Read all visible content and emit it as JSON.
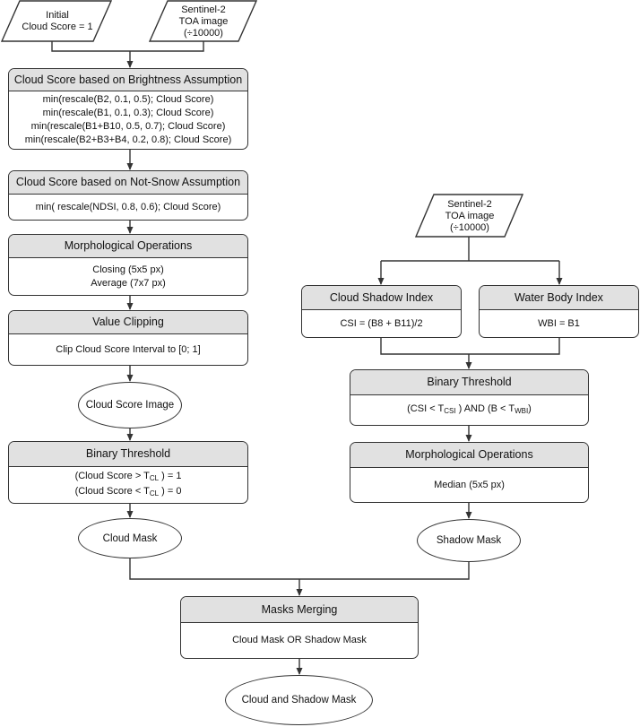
{
  "inputs": {
    "initial_cloud_score": [
      "Initial",
      "Cloud Score = 1"
    ],
    "sentinel_left": [
      "Sentinel-2",
      "TOA image",
      "(÷10000)"
    ],
    "sentinel_right": [
      "Sentinel-2",
      "TOA image",
      "(÷10000)"
    ]
  },
  "brightness": {
    "title": "Cloud Score based on Brightness Assumption",
    "lines": [
      "min(rescale(B2, 0.1, 0.5); Cloud Score)",
      "min(rescale(B1, 0.1, 0.3); Cloud Score)",
      "min(rescale(B1+B10, 0.5, 0.7); Cloud Score)",
      "min(rescale(B2+B3+B4, 0.2, 0.8); Cloud Score)"
    ]
  },
  "not_snow": {
    "title": "Cloud Score based on Not-Snow Assumption",
    "lines": [
      "min( rescale(NDSI, 0.8, 0.6); Cloud Score)"
    ]
  },
  "morph_left": {
    "title": "Morphological Operations",
    "lines": [
      "Closing  (5x5 px)",
      "Average (7x7 px)"
    ]
  },
  "value_clipping": {
    "title": "Value Clipping",
    "lines": [
      "Clip Cloud Score Interval to [0; 1]"
    ]
  },
  "cloud_score_image": "Cloud Score Image",
  "binary_left": {
    "title": "Binary Threshold",
    "line1_pre": "(Cloud Score > T",
    "line1_sub": "CL",
    "line1_post": " ) = 1",
    "line2_pre": "(Cloud Score < T",
    "line2_sub": "CL",
    "line2_post": " ) = 0"
  },
  "cloud_mask": "Cloud Mask",
  "cloud_shadow_index": {
    "title": "Cloud Shadow Index",
    "lines": [
      "CSI = (B8 + B11)/2"
    ]
  },
  "water_body_index": {
    "title": "Water Body Index",
    "lines": [
      "WBI = B1"
    ]
  },
  "binary_right": {
    "title": "Binary Threshold",
    "pre": "(CSI < T",
    "sub": "CSI",
    "mid": " ) AND (B < T",
    "sub2": "WBI",
    "post": ")"
  },
  "morph_right": {
    "title": "Morphological Operations",
    "lines": [
      "Median (5x5 px)"
    ]
  },
  "shadow_mask": "Shadow Mask",
  "masks_merging": {
    "title": "Masks Merging",
    "lines": [
      "Cloud Mask OR Shadow Mask"
    ]
  },
  "final_output": "Cloud and Shadow Mask"
}
